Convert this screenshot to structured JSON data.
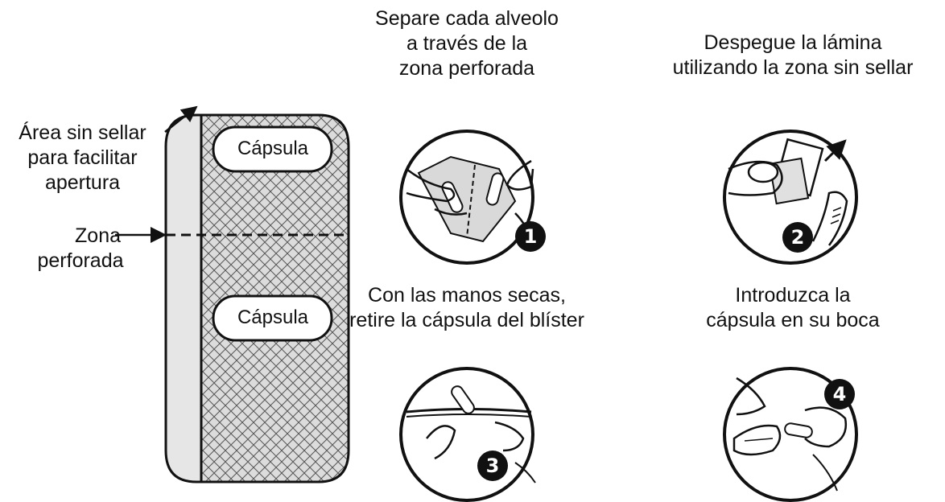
{
  "blister": {
    "unsealed_label": [
      "Área sin sellar",
      "para facilitar",
      "apertura"
    ],
    "perforated_label": [
      "Zona",
      "perforada"
    ],
    "capsule_top": "Cápsula",
    "capsule_bottom": "Cápsula"
  },
  "steps": [
    {
      "number": "1",
      "caption": [
        "Separe cada alveolo",
        "a través de la",
        "zona perforada"
      ]
    },
    {
      "number": "2",
      "caption": [
        "Despegue la lámina",
        "utilizando la zona sin sellar"
      ]
    },
    {
      "number": "3",
      "caption": [
        "Con las manos secas,",
        "retire la cápsula del blíster"
      ]
    },
    {
      "number": "4",
      "caption": [
        "Introduzca la",
        "cápsula en su boca"
      ]
    }
  ]
}
